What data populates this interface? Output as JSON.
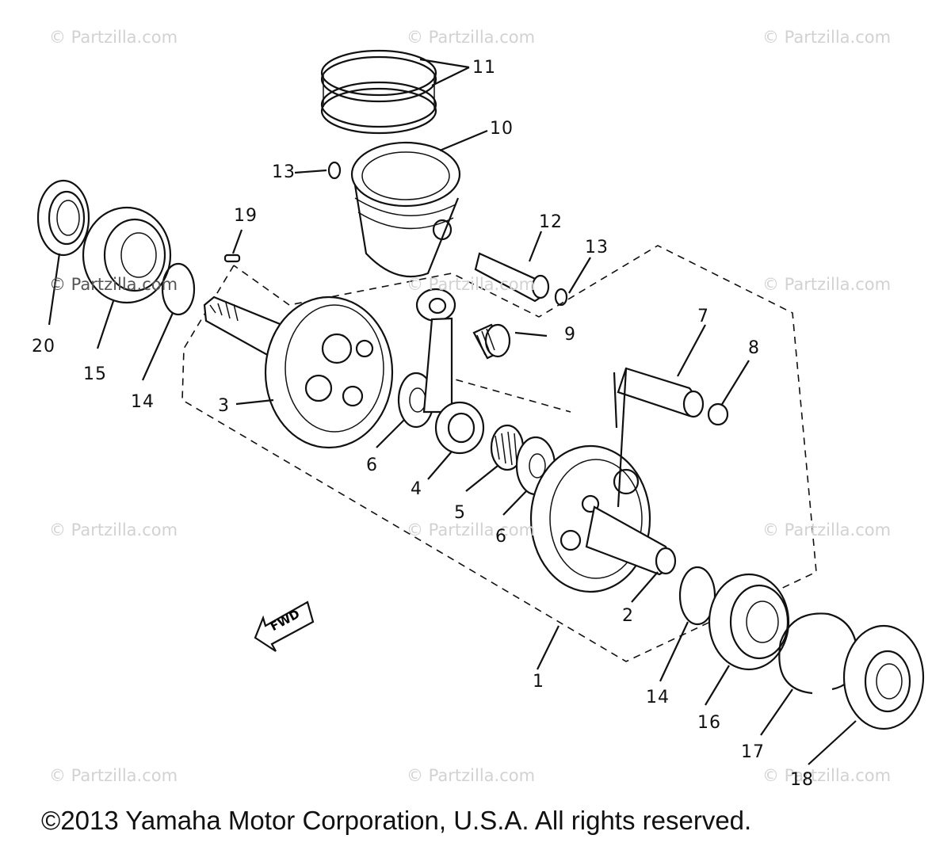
{
  "watermarks": {
    "text": "© Partzilla.com",
    "inline_text": "© Partzilla.com"
  },
  "callouts": {
    "c1": "1",
    "c2": "2",
    "c3": "3",
    "c4": "4",
    "c5": "5",
    "c6a": "6",
    "c6b": "6",
    "c7": "7",
    "c8": "8",
    "c9": "9",
    "c10": "10",
    "c11": "11",
    "c12": "12",
    "c13a": "13",
    "c13b": "13",
    "c14a": "14",
    "c14b": "14",
    "c15": "15",
    "c16": "16",
    "c17": "17",
    "c18": "18",
    "c19": "19",
    "c20": "20"
  },
  "fwd_label": "FWD",
  "copyright": "©2013 Yamaha Motor Corporation, U.S.A. All rights reserved."
}
